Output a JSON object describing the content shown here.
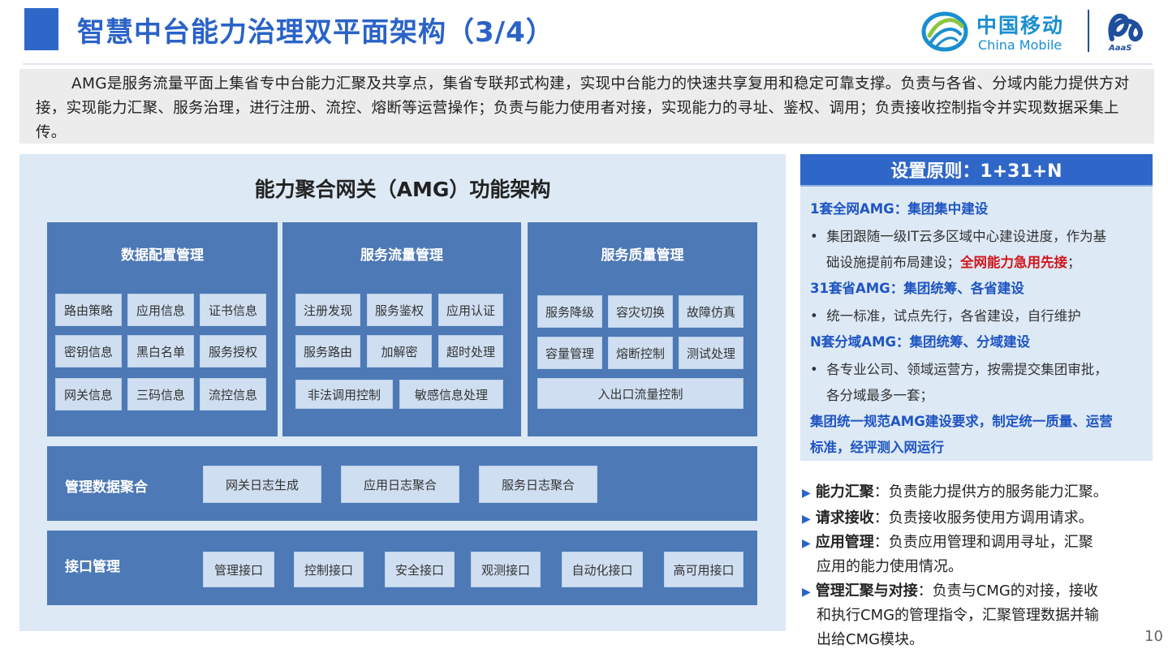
{
  "header": {
    "title": "智慧中台能力治理双平面架构（3/4）",
    "logo_cn": "中国移动",
    "logo_en": "China Mobile",
    "logo2_text": "AaaS"
  },
  "intro": "AMG是服务流量平面上集省专中台能力汇聚及共享点，集省专联邦式构建，实现中台能力的快速共享复用和稳定可靠支撑。负责与各省、分域内能力提供方对接，实现能力汇聚、服务治理，进行注册、流控、熔断等运营操作；负责与能力使用者对接，实现能力的寻址、鉴权、调用；负责接收控制指令并实现数据采集上传。",
  "diagram": {
    "title": "能力聚合网关（AMG）功能架构",
    "columns": [
      {
        "title": "数据配置管理",
        "chips": [
          "路由策略",
          "应用信息",
          "证书信息",
          "密钥信息",
          "黑白名单",
          "服务授权",
          "网关信息",
          "三码信息",
          "流控信息"
        ]
      },
      {
        "title": "服务流量管理",
        "chips": [
          "注册发现",
          "服务鉴权",
          "应用认证",
          "服务路由",
          "加解密",
          "超时处理",
          "非法调用控制",
          "敏感信息处理"
        ]
      },
      {
        "title": "服务质量管理",
        "chips": [
          "服务降级",
          "容灾切换",
          "故障仿真",
          "容量管理",
          "熔断控制",
          "测试处理",
          "入出口流量控制"
        ]
      }
    ],
    "mgmt_band": {
      "label": "管理数据聚合",
      "chips": [
        "网关日志生成",
        "应用日志聚合",
        "服务日志聚合"
      ]
    },
    "iface_band": {
      "label": "接口管理",
      "chips": [
        "管理接口",
        "控制接口",
        "安全接口",
        "观测接口",
        "自动化接口",
        "高可用接口"
      ]
    }
  },
  "principle": {
    "head": "设置原则：1+31+N",
    "l1": "1套全网AMG：集团集中建设",
    "l2": "集团跟随一级IT云多区域中心建设进度，作为基",
    "l3_a": "础设施提前布局建设；",
    "l3_b": "全网能力急用先接",
    "l3_c": "；",
    "l4": "31套省AMG：集团统筹、各省建设",
    "l5": "统一标准，试点先行，各省建设，自行维护",
    "l6": "N套分域AMG：集团统筹、分域建设",
    "l7": "各专业公司、领域运营方，按需提交集团审批，",
    "l8": "各分域最多一套；",
    "l9": "集团统一规范AMG建设要求，制定统一质量、运营",
    "l10": "标准，经评测入网运行"
  },
  "bullets": [
    {
      "k": "能力汇聚",
      "v": "：负责能力提供方的服务能力汇聚。"
    },
    {
      "k": "请求接收",
      "v": "：负责接收服务使用方调用请求。"
    },
    {
      "k": "应用管理",
      "v": "：负责应用管理和调用寻址，汇聚",
      "v2": "应用的能力使用情况。"
    },
    {
      "k": "管理汇聚与对接",
      "v": "：负责与CMG的对接，接收",
      "v2": "和执行CMG的管理指令，汇聚管理数据并输",
      "v3": "出给CMG模块。"
    }
  ],
  "page_number": "10",
  "colors": {
    "accent": "#2a63c7",
    "box_fill": "#4d79b6",
    "panel": "#dde9f5",
    "highlight": "#d0161b"
  }
}
